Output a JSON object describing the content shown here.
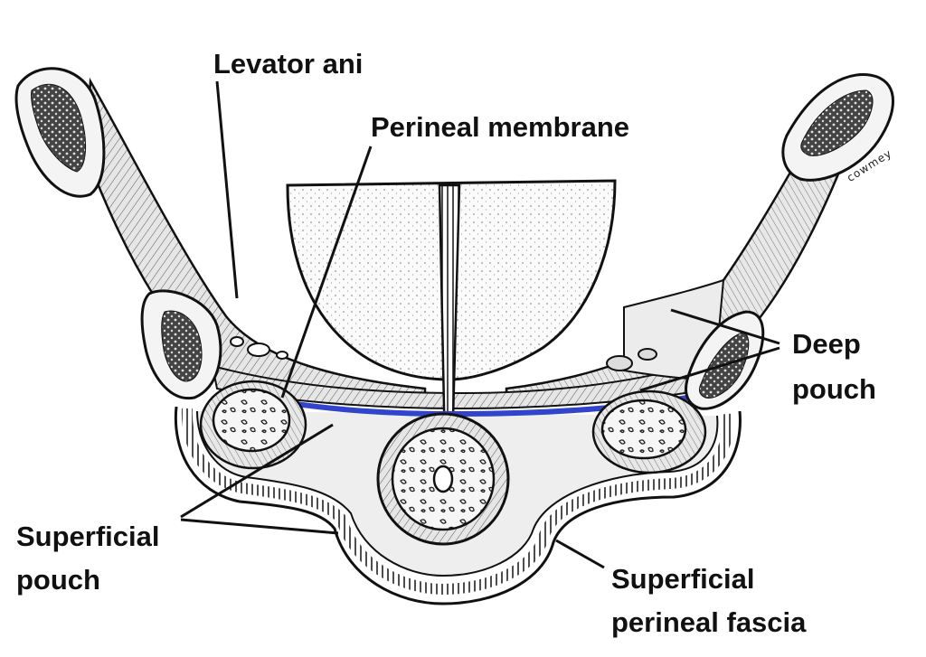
{
  "labels": {
    "levator_ani": "Levator ani",
    "perineal_membrane": "Perineal membrane",
    "deep_pouch_line1": "Deep",
    "deep_pouch_line2": "pouch",
    "superficial_pouch_line1": "Superficial",
    "superficial_pouch_line2": "pouch",
    "superficial_fascia_line1": "Superficial",
    "superficial_fascia_line2": "perineal fascia"
  },
  "signature": "cowmey",
  "colors": {
    "ink": "#111111",
    "perineal_membrane_highlight": "#3344cc",
    "tissue_fill": "#ececec",
    "bone_fill": "#f4f4f4",
    "background": "#ffffff"
  }
}
